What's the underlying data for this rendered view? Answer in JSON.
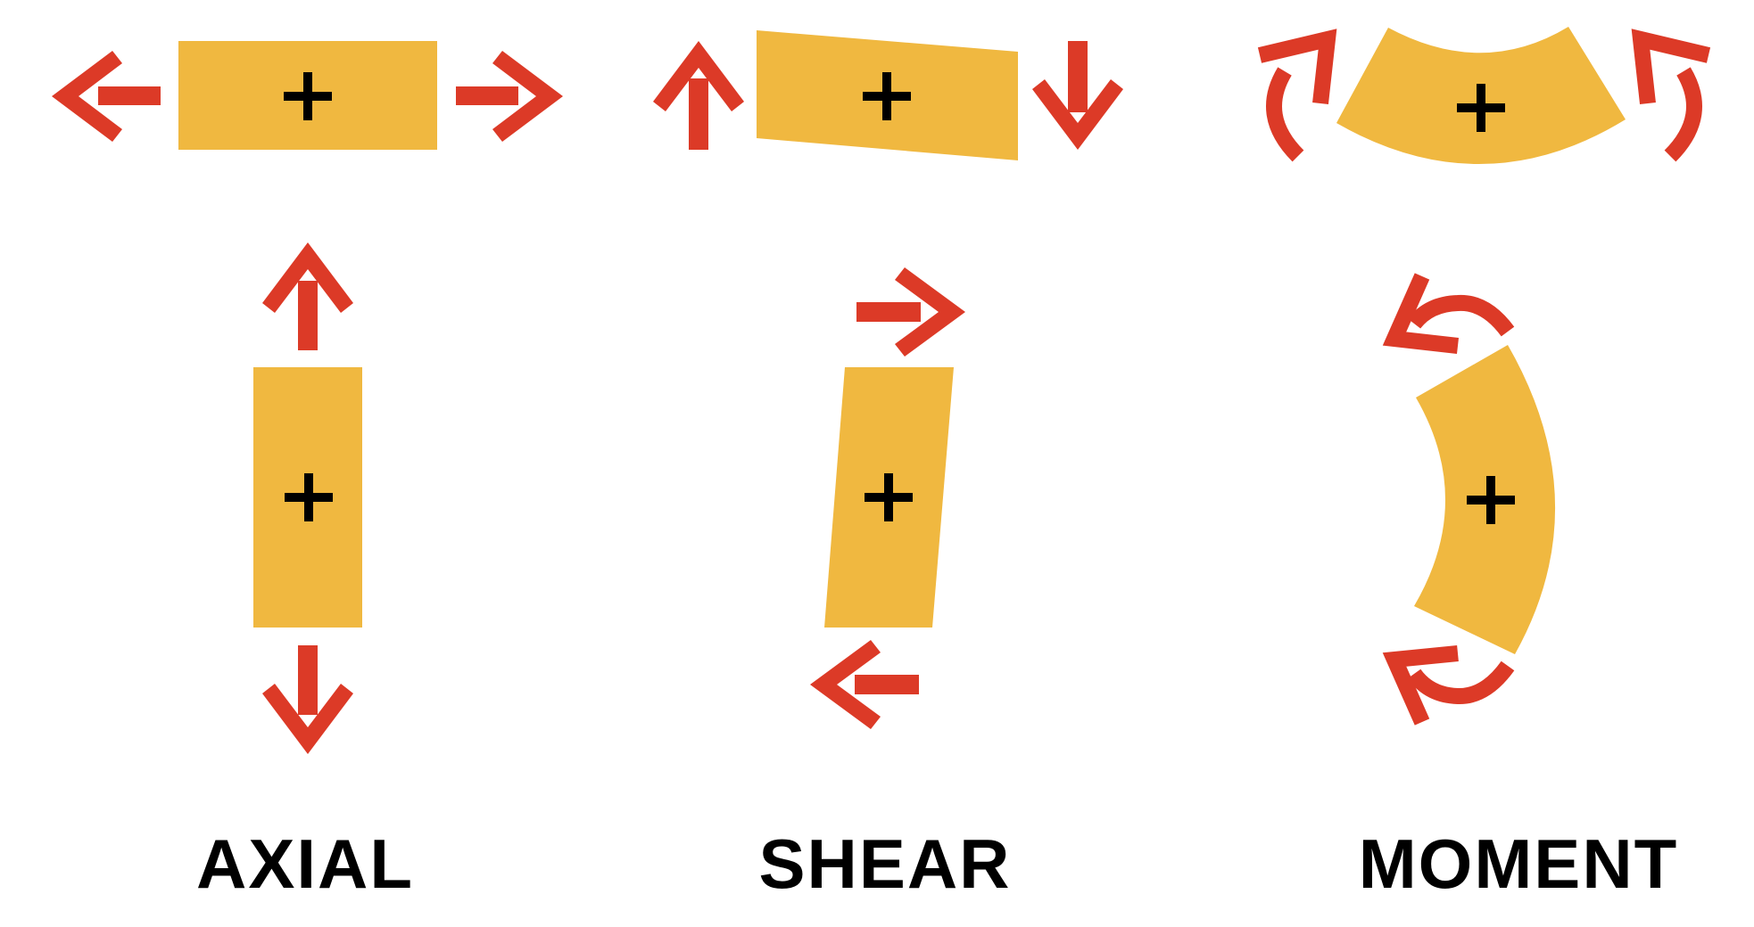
{
  "colors": {
    "member_fill": "#F0B840",
    "arrow": "#DC3A27",
    "centroid_mark": "#000000",
    "label_text": "#000000",
    "background": "#FFFFFF"
  },
  "panels": [
    {
      "id": "axial",
      "label": "AXIAL",
      "centroid_symbol": "+",
      "arrow_kind": "straight-arrow",
      "horizontal_member": "straight-rectangle",
      "vertical_member": "straight-rectangle"
    },
    {
      "id": "shear",
      "label": "SHEAR",
      "centroid_symbol": "+",
      "arrow_kind": "straight-arrow",
      "horizontal_member": "sheared-parallelogram",
      "vertical_member": "sheared-parallelogram"
    },
    {
      "id": "moment",
      "label": "MOMENT",
      "centroid_symbol": "+",
      "arrow_kind": "curved-arrow",
      "horizontal_member": "curved-segment",
      "vertical_member": "curved-segment"
    }
  ]
}
